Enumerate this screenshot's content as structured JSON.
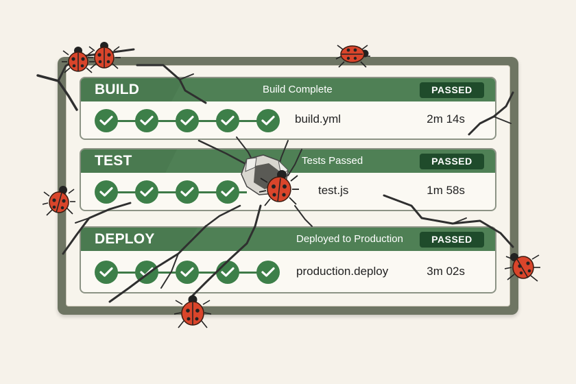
{
  "stages": [
    {
      "name": "BUILD",
      "status": "Build Complete",
      "badge": "PASSED",
      "file": "build.yml",
      "duration": "2m 14s",
      "steps": 5
    },
    {
      "name": "TEST",
      "status": "Tests Passed",
      "badge": "PASSED",
      "file": "test.js",
      "duration": "1m 58s",
      "steps": 4
    },
    {
      "name": "DEPLOY",
      "status": "Deployed to Production",
      "badge": "PASSED",
      "file": "production.deploy",
      "duration": "3m 02s",
      "steps": 5
    }
  ],
  "icons": {
    "step": "check-circle-icon",
    "bug": "ladybug-icon"
  },
  "colors": {
    "stage_header": "#4f8055",
    "badge": "#1f4b2b",
    "step": "#3d7f49",
    "frame": "#6e7563",
    "bug": "#d9452b"
  }
}
